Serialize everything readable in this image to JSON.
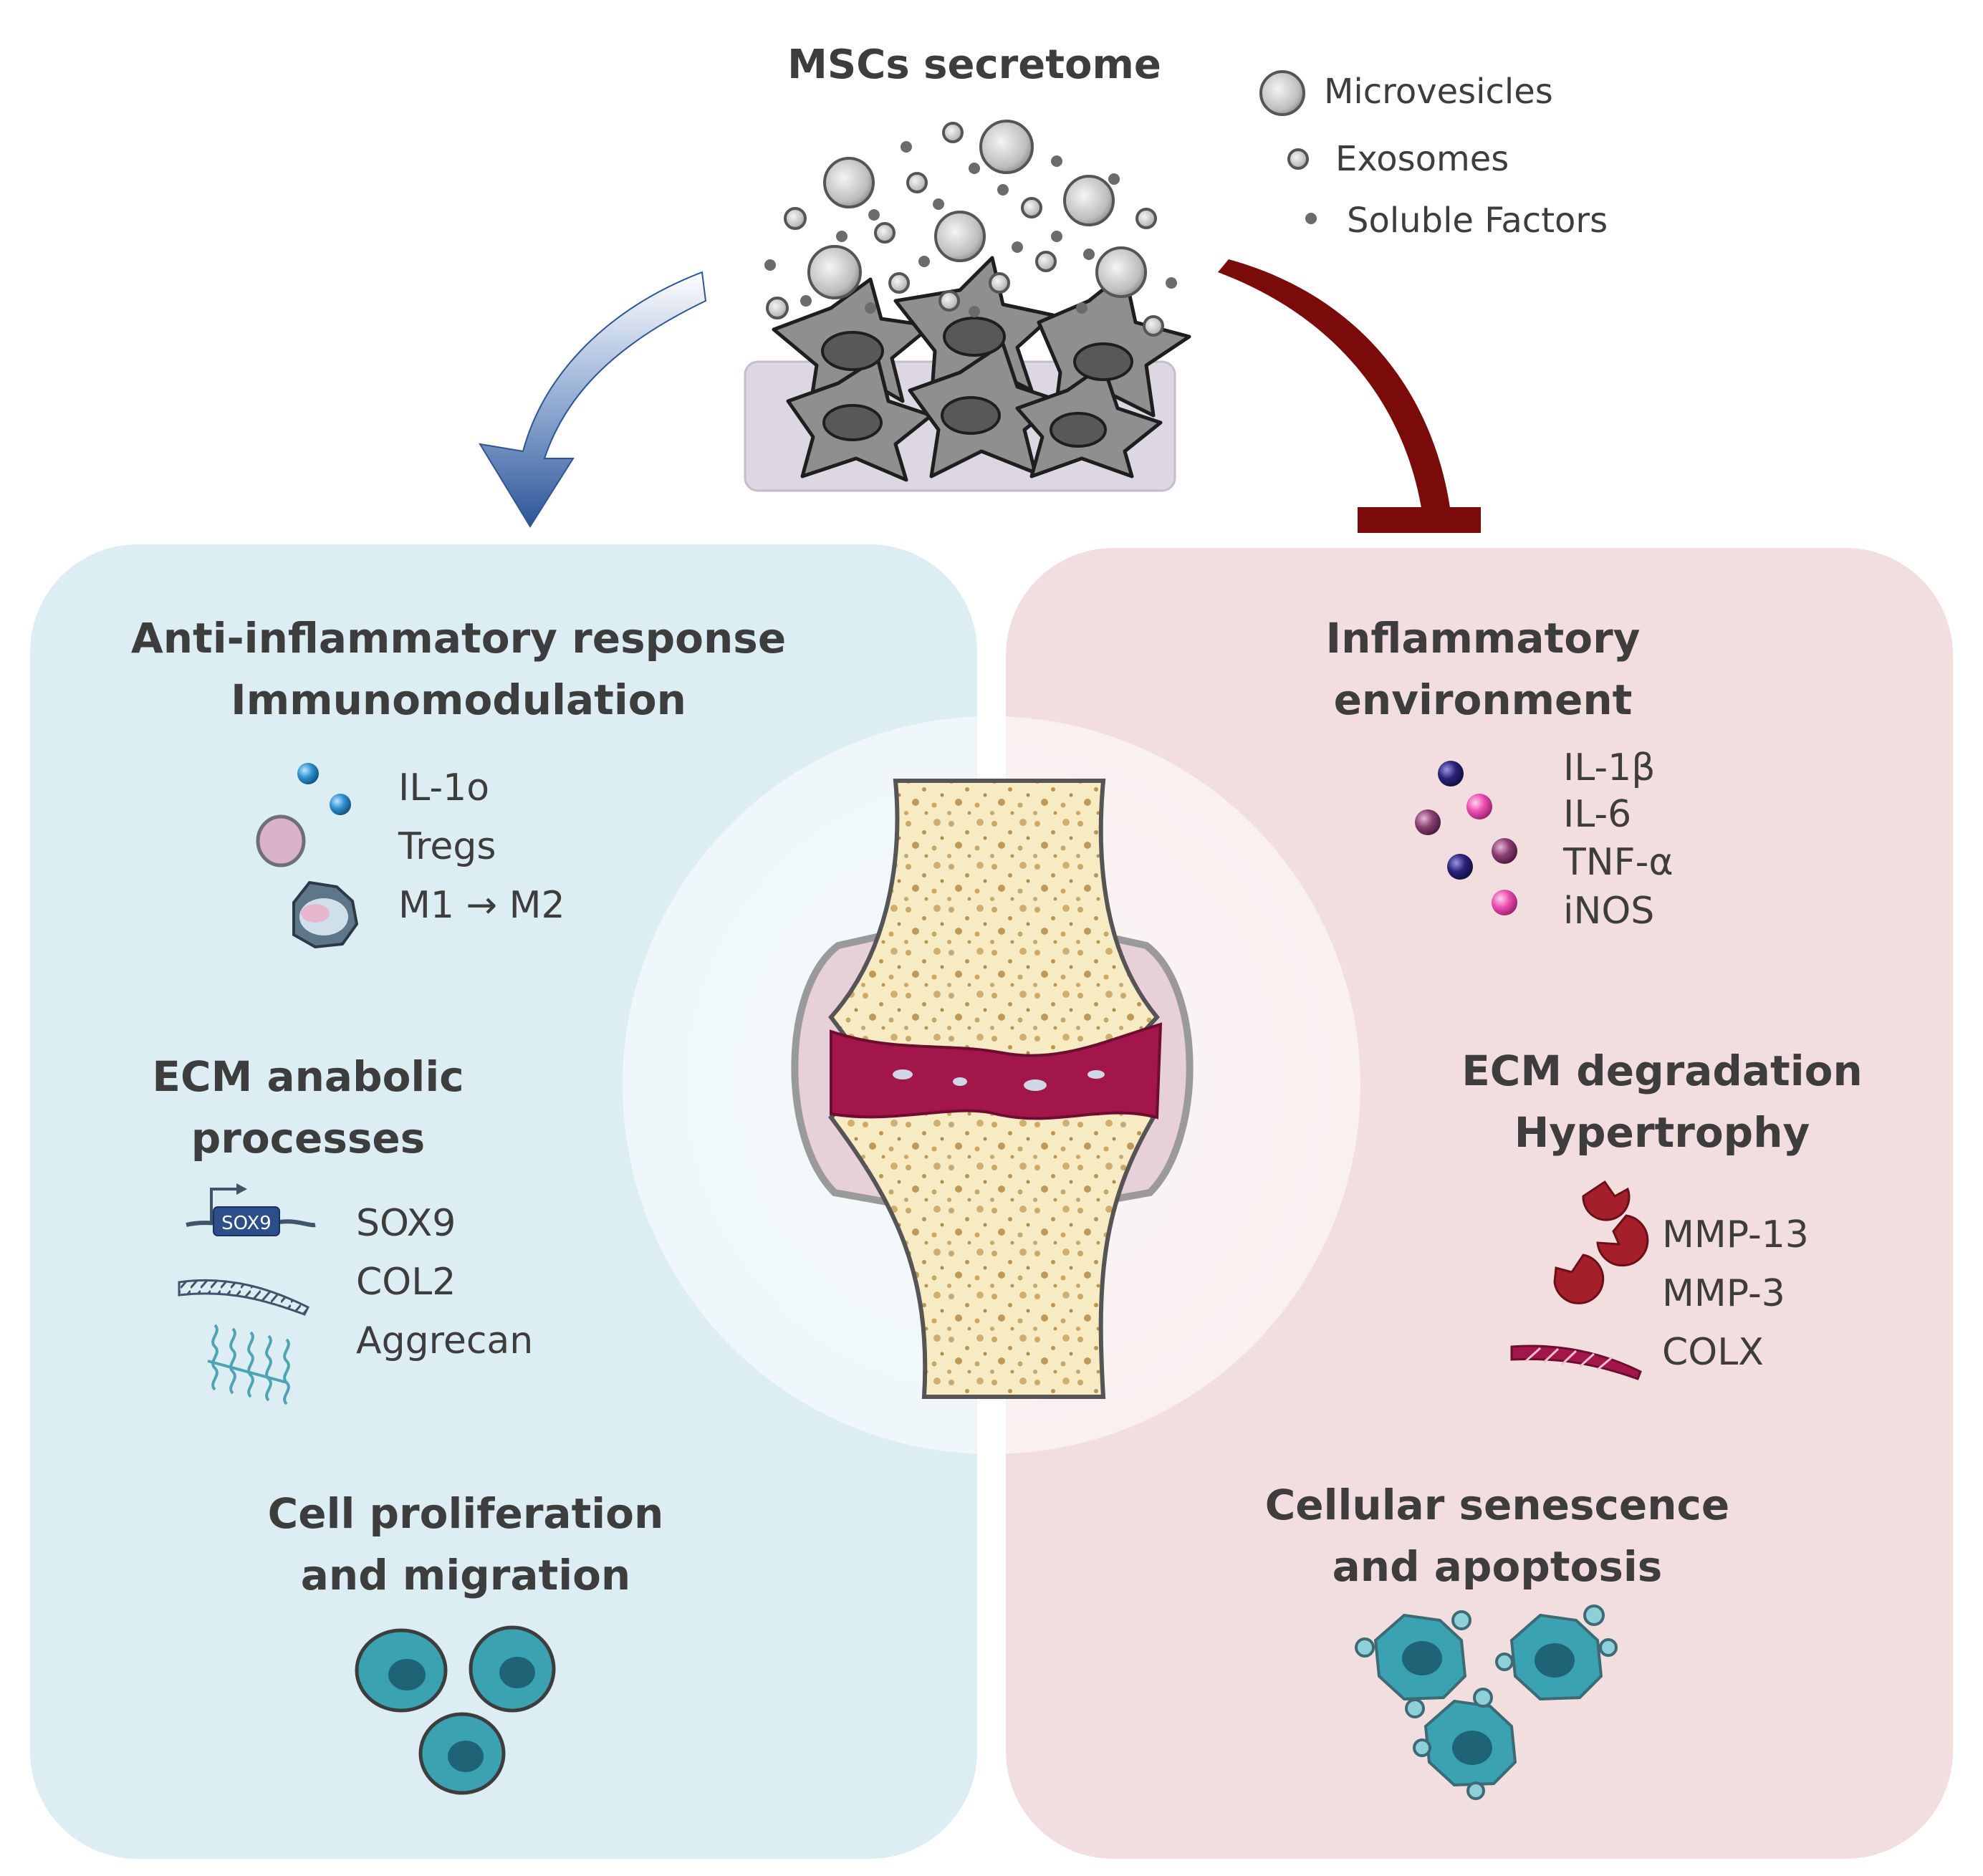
{
  "top": {
    "title": "MSCs secretome",
    "legend": {
      "microvesicles": "Microvesicles",
      "exosomes": "Exosomes",
      "soluble_factors": "Soluble Factors"
    }
  },
  "left_panel": {
    "section1": {
      "title_line1": "Anti-inflammatory response",
      "title_line2": "Immunomodulation",
      "items": [
        "IL-1o",
        "Tregs",
        "M1 → M2"
      ]
    },
    "section2": {
      "title_line1": "ECM anabolic",
      "title_line2": "processes",
      "gene_tag": "SOX9",
      "items": [
        "SOX9",
        "COL2",
        "Aggrecan"
      ]
    },
    "section3": {
      "title_line1": "Cell proliferation",
      "title_line2": "and migration"
    }
  },
  "right_panel": {
    "section1": {
      "title_line1": "Inflammatory",
      "title_line2": "environment",
      "items": [
        "IL-1β",
        "IL-6",
        "TNF-α",
        "iNOS"
      ]
    },
    "section2": {
      "title_line1": "ECM degradation",
      "title_line2": "Hypertrophy",
      "items": [
        "MMP-13",
        "MMP-3",
        "COLX"
      ]
    },
    "section3": {
      "title_line1": "Cellular senescence",
      "title_line2": "and apoptosis"
    }
  },
  "colors": {
    "left_panel": "#dcedf3",
    "right_panel": "#f2dede",
    "arrow_blue": "#2f5597",
    "inhibit_red": "#7b0a0a",
    "bone": "#f7ebc3",
    "cartilage_damage": "#a3164a",
    "cell_teal": "#3aa2b0"
  }
}
